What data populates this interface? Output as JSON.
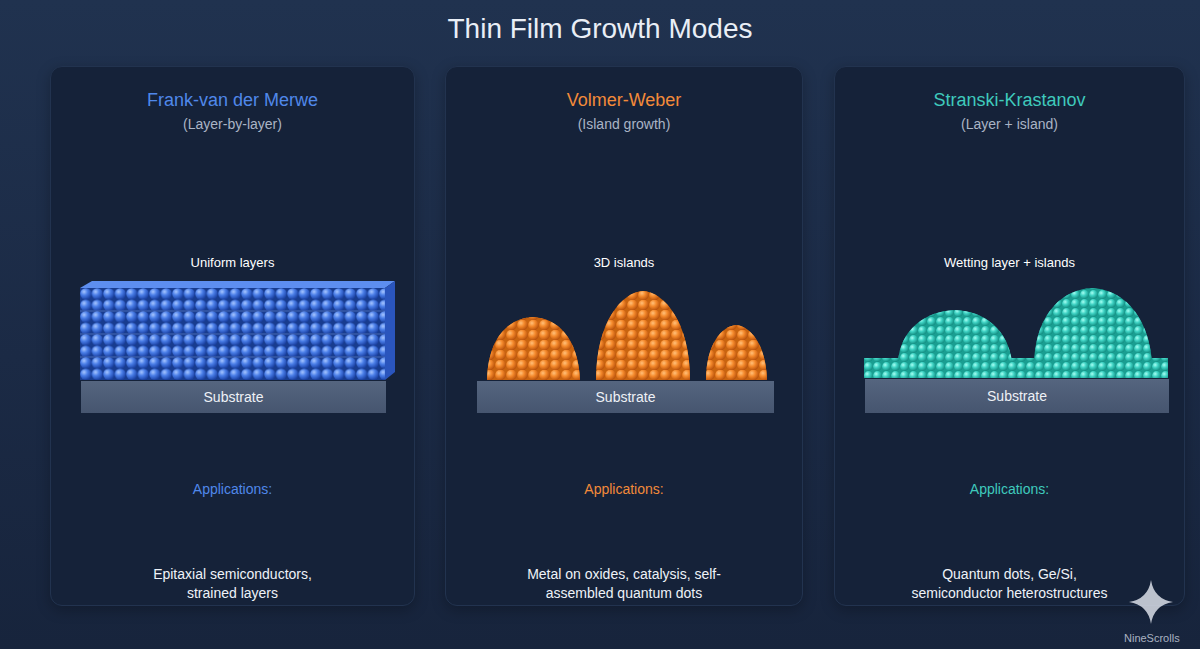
{
  "diagram": {
    "title": "Thin Film Growth Modes",
    "nodes": [
      {
        "text": [
          "Frank-van der Merwe",
          "(Layer-by-layer)",
          "Uniform layers",
          "Applications:",
          "Epitaxial semiconductors, strained layers"
        ]
      },
      {
        "text": [
          "Substrate"
        ],
        "in": 0
      },
      {
        "text": [
          "Volmer-Weber",
          "(Island growth)",
          "3D islands",
          "Applications:",
          "Metal on oxides, catalysis, self-assembled quantum dots"
        ]
      },
      {
        "text": [
          "Substrate"
        ],
        "in": 2
      },
      {
        "text": [
          "Stranski-Krastanov",
          "(Layer + island)",
          "Wetting layer + islands",
          "Applications:",
          "Quantum dots, Ge/Si, semiconductor heterostructures"
        ]
      },
      {
        "text": [
          "Substrate"
        ],
        "in": 4
      }
    ],
    "labels": [
      "NineScrolls"
    ]
  }
}
